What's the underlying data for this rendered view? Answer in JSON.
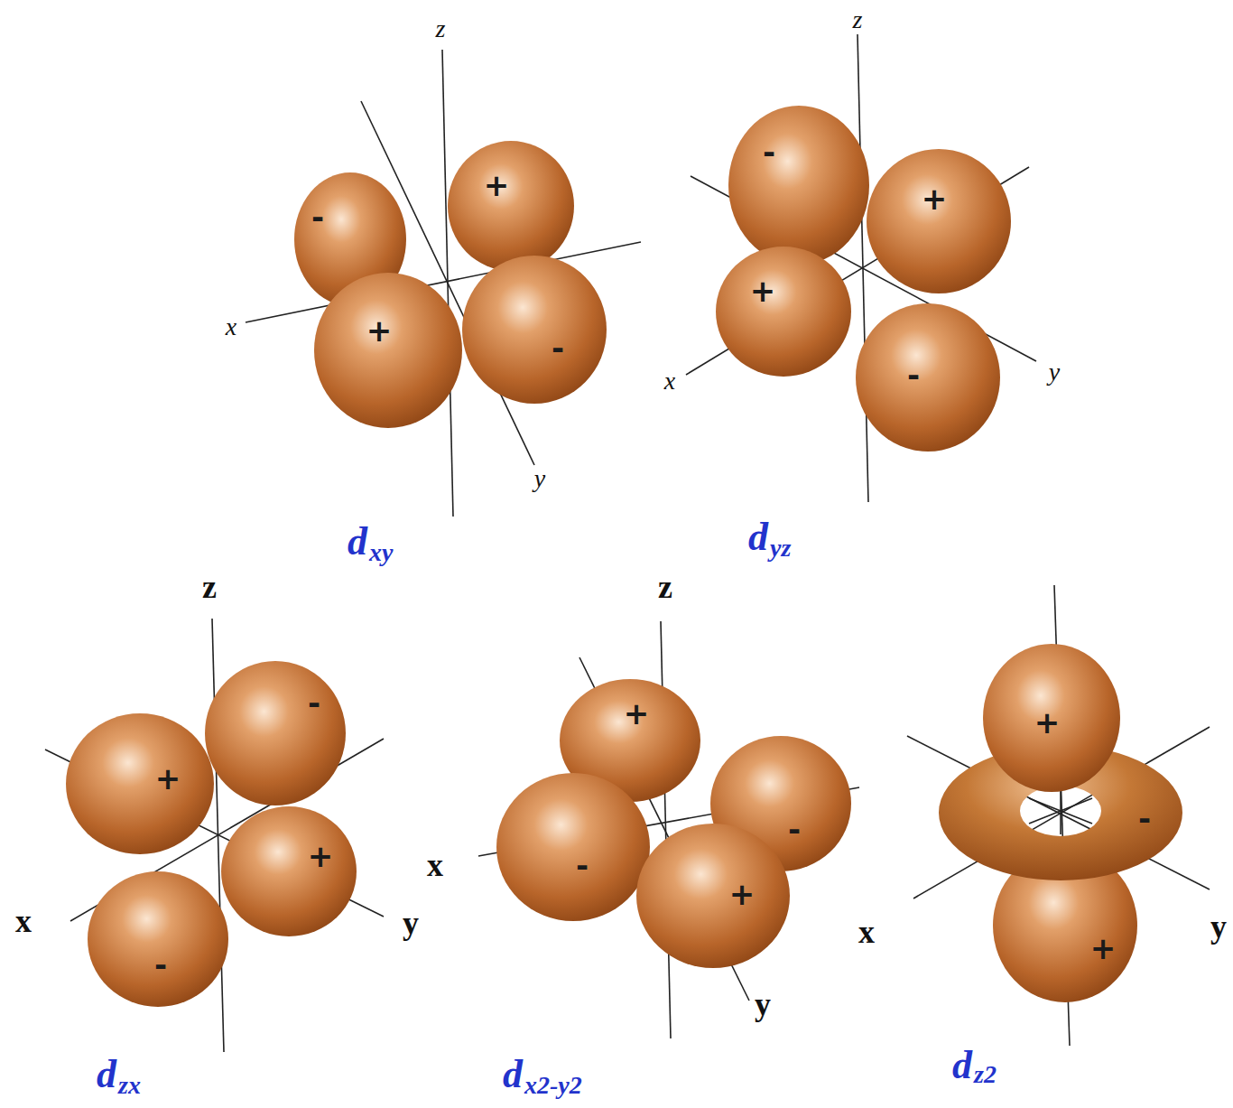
{
  "diagram": {
    "labels": [
      "z",
      "x",
      "y",
      "-",
      "+",
      "+",
      "-",
      "d",
      "xy",
      "z",
      "x",
      "y",
      "-",
      "+",
      "+",
      "-",
      "d",
      "yz",
      "z",
      "x",
      "y",
      "+",
      "-",
      "+",
      "-",
      "d",
      "zx",
      "z",
      "x",
      "y",
      "+",
      "-",
      "-",
      "+",
      "d",
      "x2-y2",
      "x",
      "y",
      "+",
      "-",
      "+",
      "d",
      "z2"
    ]
  }
}
